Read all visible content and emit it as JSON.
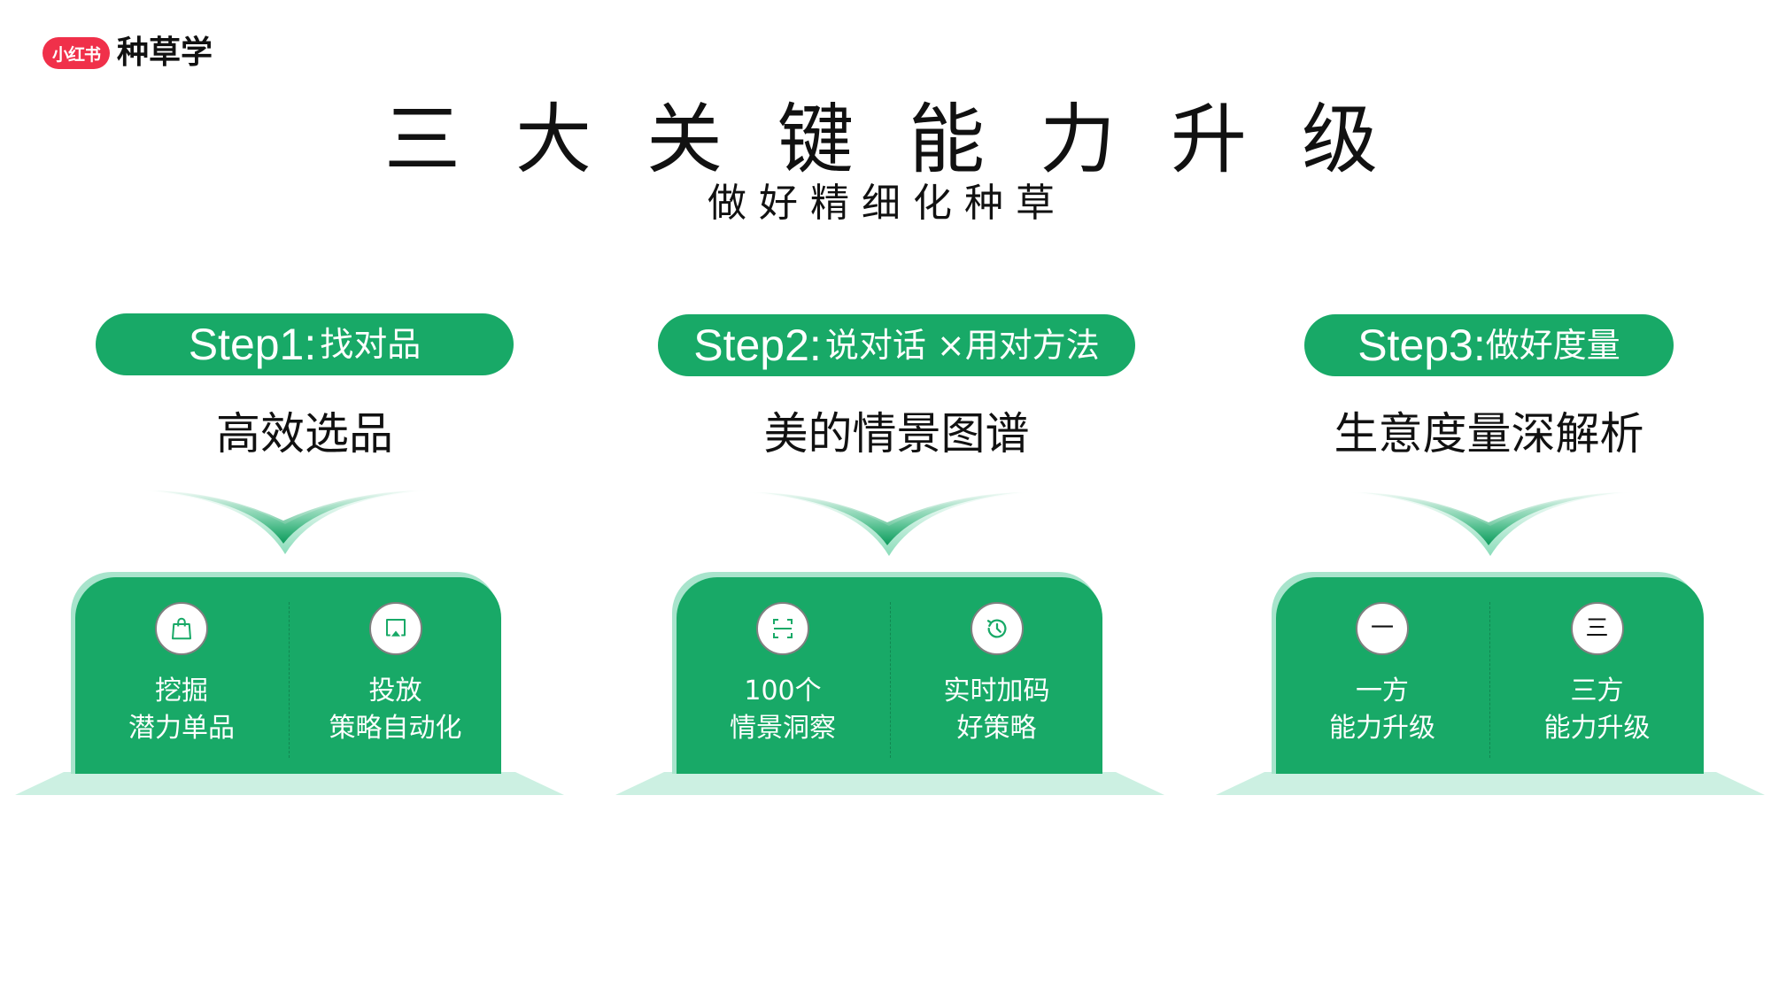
{
  "logo": {
    "badge": "小红书",
    "text": "种草学",
    "badge_color": "#f0304a"
  },
  "title": "三大关键能力升级",
  "subtitle": "做好精细化种草",
  "colors": {
    "primary_green": "#18a967",
    "card_back": "#a8e4cc",
    "base": "#ccf0e2",
    "text": "#111111"
  },
  "steps": [
    {
      "step_label": "Step1:",
      "step_text": "找对品",
      "heading": "高效选品",
      "items": [
        {
          "icon": "shopping-bag-icon",
          "line1": "挖掘",
          "line2": "潜力单品"
        },
        {
          "icon": "screencast-icon",
          "line1": "投放",
          "line2": "策略自动化"
        }
      ]
    },
    {
      "step_label": "Step2:",
      "step_text": "说对话 ×用对方法",
      "heading": "美的情景图谱",
      "items": [
        {
          "icon": "scan-icon",
          "line1": "100个",
          "line2": "情景洞察"
        },
        {
          "icon": "history-icon",
          "line1": "实时加码",
          "line2": "好策略"
        }
      ]
    },
    {
      "step_label": "Step3:",
      "step_text": "做好度量",
      "heading": "生意度量深解析",
      "items": [
        {
          "icon": "numeral-one-icon",
          "icon_char": "一",
          "line1": "一方",
          "line2": "能力升级"
        },
        {
          "icon": "numeral-three-icon",
          "icon_char": "三",
          "line1": "三方",
          "line2": "能力升级"
        }
      ]
    }
  ]
}
